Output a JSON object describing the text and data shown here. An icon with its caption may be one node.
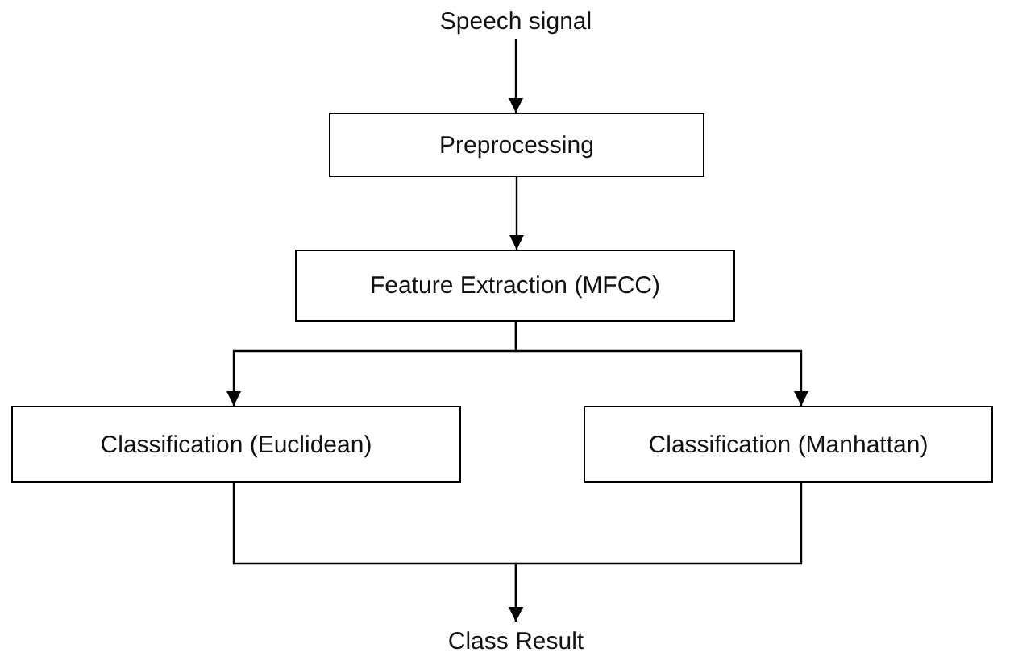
{
  "diagram": {
    "nodes": [
      {
        "text": [
          "Speech signal"
        ]
      },
      {
        "text": [
          "Preprocessing"
        ]
      },
      {
        "text": [
          "Feature Extraction (MFCC)"
        ]
      },
      {
        "text": [
          "Classification (Euclidean)"
        ]
      },
      {
        "text": [
          "Classification (Manhattan)"
        ]
      },
      {
        "text": [
          "Class Result"
        ]
      }
    ],
    "edges": [
      {
        "from": 0,
        "to": 1,
        "arrow": "to"
      },
      {
        "from": 1,
        "to": 2,
        "arrow": "to"
      },
      {
        "from": 2,
        "to": 3,
        "arrow": "to"
      },
      {
        "from": 2,
        "to": 4,
        "arrow": "to"
      },
      {
        "from": 3,
        "to": 5,
        "arrow": "to"
      },
      {
        "from": 4,
        "to": 5,
        "arrow": "to"
      }
    ]
  }
}
